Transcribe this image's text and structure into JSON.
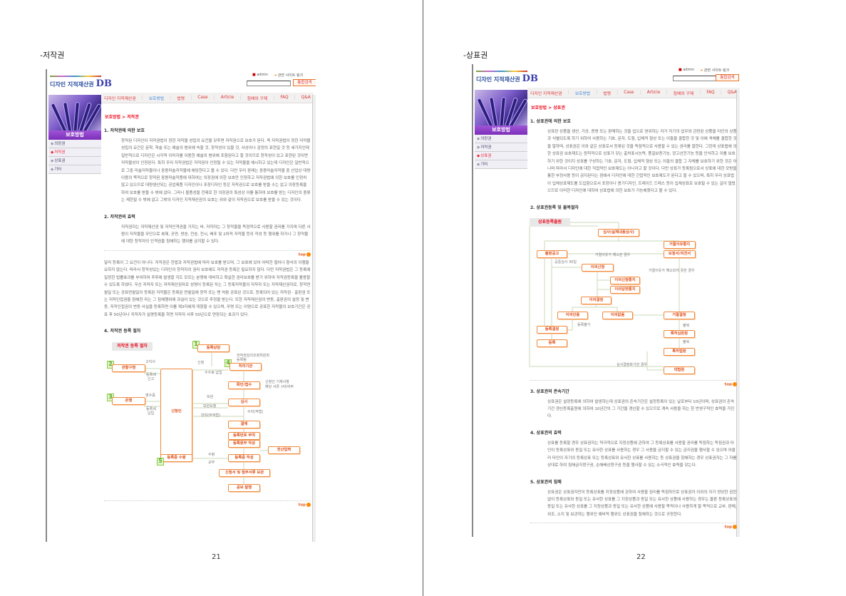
{
  "pages": [
    {
      "section_label": "-저작권",
      "page_number": "21",
      "site": {
        "logo_text": "디자인 지적재산권",
        "logo_db": "DB",
        "admin": "admin",
        "related_links": "관련 사이트 링크",
        "search_placeholder": "",
        "search_button": "통합검색",
        "nav": [
          "디자인 지적재산권",
          "보호방법",
          "법령",
          "Case",
          "Article",
          "침해와 구제",
          "FAQ",
          "Q&A"
        ],
        "side_title": "보호방법",
        "side_items": [
          "의장권",
          "저작권",
          "상표권",
          "기타"
        ],
        "breadcrumb": "보호방법 > 저작권",
        "top_label": "top"
      },
      "sections": [
        {
          "heading": "1. 저작권에 의한 보호",
          "text": "창작된 디자인이 저작권법이 정한 저작물 성립의 요건을 갖추면 저작권으로 보호가 된다. 즉 저작권법이 정한 저작물 성립의 요건은 문학, 학술 또는 예술의 범위에 속할 것, 창작성이 있을 것, 사상이나 감정의 표현일 것 등 세가지인데 일반적으로 디자인은 시각적 이미지를 이용한 예술의 범위에 포함된다고 할 것이므로 창작성이 있고 표현된 것이면 저작물성이 인정된다. 특히 우리 저작권법은 저작권이 인정될 수 있는 저작물을 예시하고 있는데 디자인은 일반적으로 그중 미술저작물이나 응용미술저작물에 해당한다고 볼 수 있다. 다만 우리 판례는 응용미술저작물 중 산업상 대량이용의 목적으로 창작된 응용미술작품에 대하여는 의장권에 의한 보호만 인정하고 저작권법에 의한 보호를 인정치 않고 있으므로 대량생산되는 공업제품 디자인이나 포장디자인 등은 저작권으로 보호를 받을 수는 없고 의장등록을 하여 보호를 받을 수 밖에 없다. 그러나 물품성을 전제로 한 의장권의 특성상 이를 통하여 보호를 받는 디자인의 종류는 제한될 수 밖에 없고 그밖의 디자인 지적재산권의 보호는 위와 같이 저작권으로 보호를 받을 수 있는 것이다."
        },
        {
          "heading": "2. 저작권의 효력",
          "text": "저작권자는 저작재산권 및 저작인격권을 가지는 바, 저작자는 그 창작물을 독점적으로 사용할 권리를 가지며 다른 사람이 저작물을 무단으로 복제, 공연, 방송, 전송, 전시, 배포 및 2차적 저작물 등의 작성 등 행위를 하거나 그 창작물에 대한 창작자의 인격권을 침해하는 행위를 금지할 수 있다."
        },
        {
          "heading": "",
          "text": "달리 등록이 그 요건이 아니다. 저작권은 헌법과 저작권법에 따라 보호를 받으며, 그 보호에 있어 어떠한 절차나 형식의 이행을 요하지 않는다. 따라서 창작성있는 디자인의 창작자의 권리 보호에도 저작권 등록은 필요하지 않다. 다만 저작권법은 그 등록에 일정한 법률효과를 부여하여 추후에 발생할 지도 모르는 분쟁에 대비하고 확실한 권리보호를 받기 위하여 저작권등록을 활용할 수 있도록 하였다. 우선 저작자 또는 저작재산권자로 성명이 등록된 자는 그 등록저작물의 저작자 또는 저작재산권자로, 창작연월일 또는 공표연월일이 등록된 저작물은 등록된 연월일에 창작 또는 맨 처음 공표된 것으로, 등록되어 있는 저작권 · 출판권 또는 저작인접권을 침해한 자는 그 침해행위에 과실이 있는 것으로 추정을 받는다. 또한 저작재산권의 변동, 출판권의 설정 및 변동, 저작인접권의 변동 사실을 등록하면 이를 제3자에게 대항할 수 있으며, 무명 또는 이명으로 공표한 저작물의 보호기간은 공표 후 50년이나 저작자가 실명등록을 하면 저작자 사후 50년으로 연장되는 효과가 있다."
        },
        {
          "heading": "4. 저작권 등록 절차",
          "text": ""
        }
      ],
      "diagram": {
        "title": "저작권 등록 절차",
        "badges": [
          "1",
          "2",
          "3",
          "4",
          "5"
        ],
        "nodes": [
          "등록상담",
          "관할구청",
          "처리기관",
          "신청인",
          "확인/접수",
          "은행",
          "심사",
          "결재",
          "등록번호 부여",
          "등록원부 작성",
          "전산입력",
          "등록증 작성",
          "등록증 수령",
          "신청서 및 첨부서류 보관",
          "공보 발행"
        ],
        "labels": [
          "고지서",
          "등록세",
          "신고",
          "영수증",
          "등록세",
          "납입",
          "신청",
          "수수료 납입",
          "저작권심의조정위원회",
          "등록팀",
          "신청인 기재사항",
          "해당 서류 구비여부",
          "보완",
          "보완요청",
          "수리(적법)",
          "반려(부적법)",
          "수령",
          "교부"
        ]
      }
    },
    {
      "section_label": "-상표권",
      "page_number": "22",
      "site": {
        "logo_text": "디자인 지적재산권",
        "logo_db": "DB",
        "admin": "admin",
        "related_links": "관련 사이트 링크",
        "search_placeholder": "",
        "search_button": "통합검색",
        "nav": [
          "디자인 지적재산권",
          "보호방법",
          "법령",
          "Case",
          "Article",
          "침해와 구제",
          "FAQ",
          "Q&A"
        ],
        "side_title": "보호방법",
        "side_items": [
          "의장권",
          "저작권",
          "상표권",
          "기타"
        ],
        "breadcrumb": "보호방법 > 상표권",
        "top_label": "top"
      },
      "sections": [
        {
          "heading": "1. 상표권에 의한 보호",
          "text": "상표란 상품을 생산, 가공, 증명 또는 판매하는 것을 업으로 영위하는 자가 자기의 업무와 관련된 상품을 타인의 상품과 식별되도록 하기 위하여 사용하는 기호, 문자, 도형, 입체적 형상 또는 이들을 결합한 것 및 이에 색채를 결합한 것을 말하며, 상표권은 이와 같은 상표로서 등록된 것을 독점적으로 사용할 수 있는 권리를 말한다. 그런데 상표법에 의한 상표권 보호제도는 원칙적으로 상표가 갖는 출처표시능력, 품질보증기능, 광고선전기능 등을 인식하고 이를 보호하기 위한 것이지 상표를 구성하는 기호, 문자, 도형, 입체적 형상 또는 이들의 결합 그 자체를 보호하기 위한 것은 아니며 따라서 디자인에 대한 직접적인 보호제도는 아니라고 할 것이다. 다만 상표가 등록됨으로서 상표에 대한 모방을 통한 부정사용 등이 금지된다는 점에서 디자인에 대한 간접적인 보호제도가 된다고 할 수 있으며, 특히 우리 상표법이 입체상표제도를 도입함으로서 포장이나 용기디자인, 트레이드 드레스 등이 입체상표로 보호될 수 있는 길이 열렸으므로 이러한 디자인에 대하여 상표법에 의한 보호가 가능해졌다고 볼 수 있다."
        },
        {
          "heading": "2. 상표권등록 및 불복절차",
          "text": ""
        },
        {
          "heading": "3. 상표권의 존속기간",
          "text": "상표권은 설정등록에 의하여 발생하는데 상표권의 존속기간은 설정등록이 있는 날로부터 10년이며, 상표권의 존속기간 갱신등록출원에 의하여 10년간의 그 기간을 갱신할 수 있으므로 계속 사용을 하는 한 반영구적인 효력을 가진다."
        },
        {
          "heading": "4. 상표권의 효력",
          "text": "상표를 등록할 경우 상표권자는 적극적으로 지정상품에 관하여 그 등록상표를 사용할 권리를 독점하는 독점권과 타인이 등록상표와 동일 또는 유사한 상표를 사용하는 경우 그 사용을 금지할 수 있는 금지권을 행사할 수 있으며 아울러 타인이 자기의 등록상표 또는 등록상표와 유사한 상표를 사용하는 등 상표권을 침해하는 경우 상표권자는 그 자를 상대로 하여 침해금지청구권, 손해배상청구권 등을 행사할 수 있는 소극적인 효력을 갖는다."
        },
        {
          "heading": "5. 상표권의 침해",
          "text": "상표권은 상표권자만이 등록상표를 지정상품에 관하여 사용할 권리를 독점하므로 상표권자 이외의 자가 정당한 권한 없이 등록상표와 동일 또는 유사한 상표를 그 지정상품과 동일 또는 유사한 상품에 사용하는 경우는 물론 등록상표와 동일 또는 유사한 상표를 그 지정상품과 동일 또는 유사한 상품에 사용할 목적이나 사용하게 할 목적으로 교부, 판매, 위조, 소지 및 보관하는 행위인 예비적 행위도 상표권을 침해하는 것으로 규정한다."
        }
      ],
      "diagram": {
        "title": "상표등록출원",
        "nodes": [
          "심사(실체내용심사)",
          "거절이유통지",
          "출원공고",
          "보정서/의견서",
          "이의신청",
          "이의신청통지",
          "이의답변통지",
          "이의결정",
          "이의인용",
          "이의없음",
          "거절결정",
          "등록결정",
          "특허심판원",
          "등록",
          "특허법원",
          "대법원"
        ],
        "labels": [
          "거절이유가 해소된 경우",
          "공중심사 30일",
          "거절이유가 해소되지 못한 경우",
          "등록불가",
          "불복",
          "불복",
          "심사결정파기한 경우"
        ]
      }
    }
  ]
}
